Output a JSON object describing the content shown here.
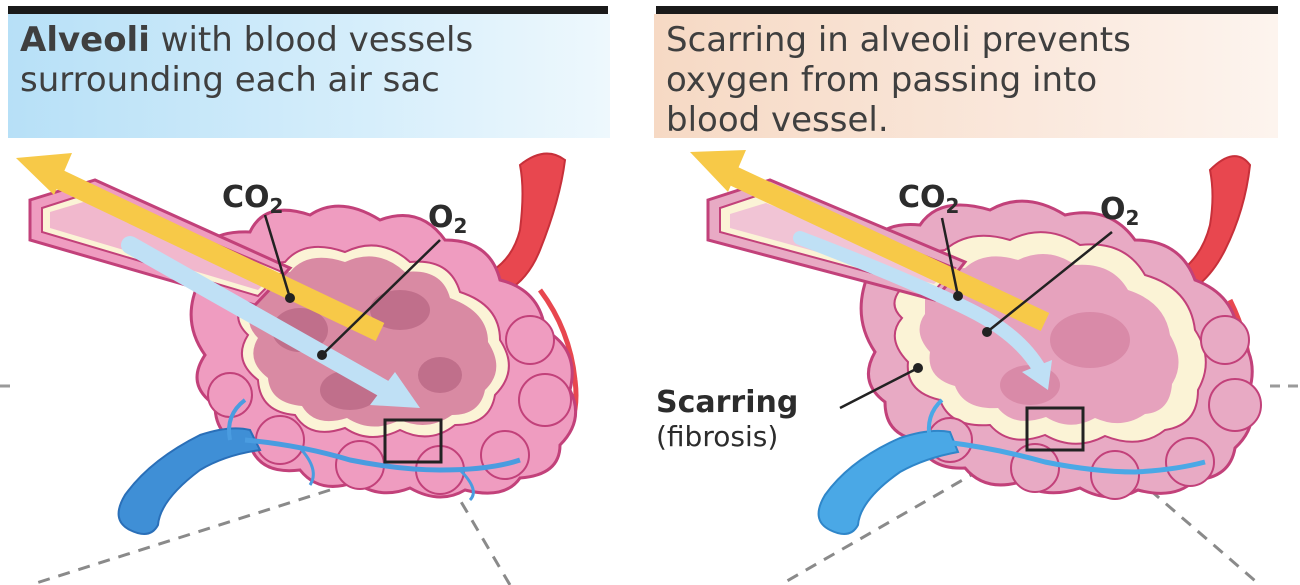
{
  "left_panel": {
    "header_bold": "Alveoli",
    "header_rest": " with blood vessels",
    "header_line2": "surrounding each air sac",
    "co2_label": "CO",
    "co2_sub": "2",
    "o2_label": "O",
    "o2_sub": "2"
  },
  "right_panel": {
    "header_line1": "Scarring in alveoli prevents",
    "header_line2": "oxygen from passing into",
    "header_line3": "blood vessel.",
    "co2_label": "CO",
    "co2_sub": "2",
    "o2_label": "O",
    "o2_sub": "2",
    "scarring_label": "Scarring",
    "fibrosis_label": "(fibrosis)"
  },
  "colors": {
    "left_header_bg": "#b7e0f7",
    "right_header_bg": "#f6d9c4",
    "alveoli_pink": "#ef9cc0",
    "artery_red": "#e8474f",
    "vein_blue": "#3f8fd6",
    "co2_yellow": "#f7c948",
    "o2_lightblue": "#bfe0f5",
    "scar_cream": "#fbf3d6"
  }
}
